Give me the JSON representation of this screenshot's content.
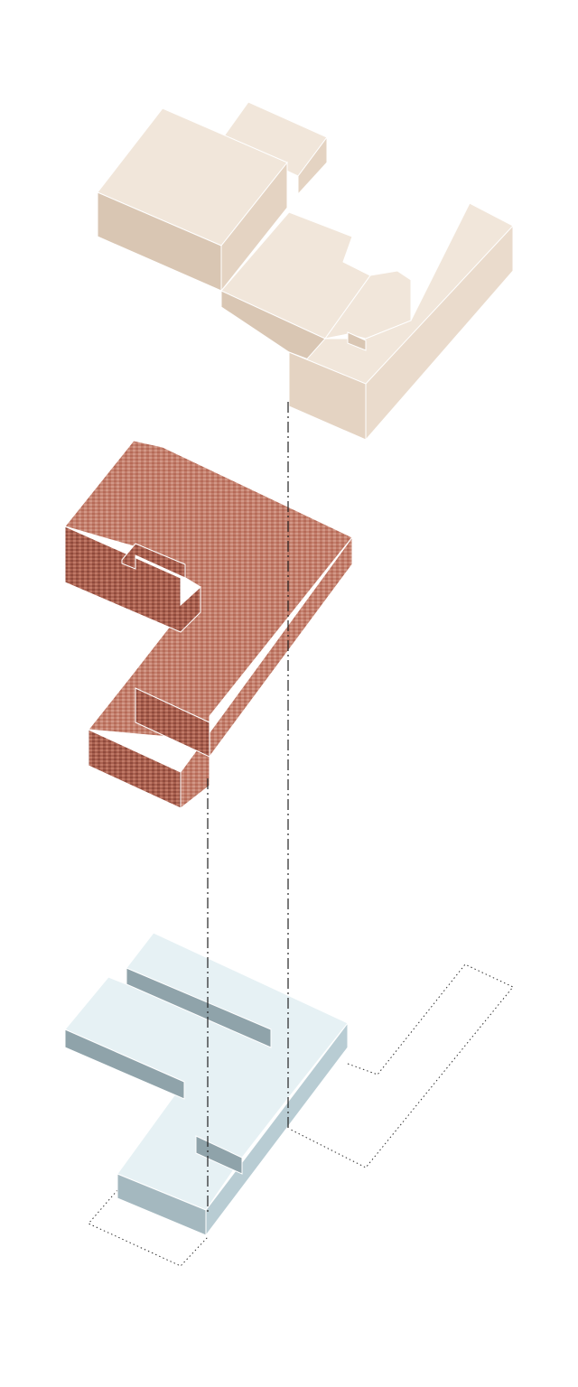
{
  "diagram": {
    "type": "exploded-axonometric",
    "layers": [
      {
        "name": "upper-volume",
        "material": "light-timber",
        "top_color": "#f1e6da",
        "side_color": "#e4d3c2",
        "dark_side_color": "#d9c6b3"
      },
      {
        "name": "middle-volume",
        "material": "brick",
        "top_color": "#c88a78",
        "side_color": "#b36a58",
        "dark_side_color": "#9e5546"
      },
      {
        "name": "base-volume",
        "material": "plinth",
        "top_color": "#e6f1f4",
        "side_color": "#b8ccd3",
        "dark_side_color": "#8fa3aa"
      }
    ],
    "guide_line_color": "#222222",
    "footprint_outline_color": "#333333"
  }
}
